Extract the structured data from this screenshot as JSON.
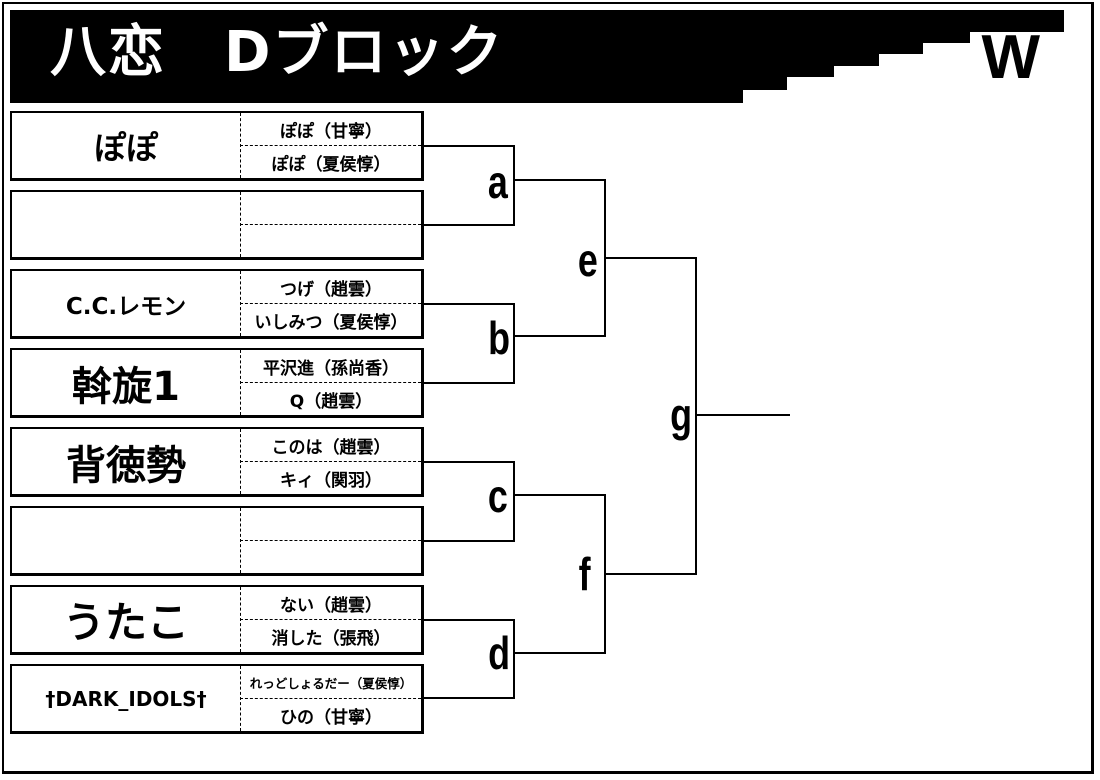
{
  "header": {
    "title": "八恋　Dブロック",
    "badge": "W"
  },
  "teams": [
    {
      "name": "ぽぽ",
      "members": [
        "ぽぽ（甘寧）",
        "ぽぽ（夏侯惇）"
      ]
    },
    {
      "name": "",
      "members": [
        "",
        ""
      ]
    },
    {
      "name": "C.C.レモン",
      "members": [
        "つげ（趙雲）",
        "いしみつ（夏侯惇）"
      ]
    },
    {
      "name": "斡旋1",
      "members": [
        "平沢進（孫尚香）",
        "Q（趙雲）"
      ]
    },
    {
      "name": "背徳勢",
      "members": [
        "このは（趙雲）",
        "キィ（関羽）"
      ]
    },
    {
      "name": "",
      "members": [
        "",
        ""
      ]
    },
    {
      "name": "うたこ",
      "members": [
        "ない（趙雲）",
        "消した（張飛）"
      ]
    },
    {
      "name": "†DARK_IDOLS†",
      "members": [
        "れっどしょるだー（夏侯惇）",
        "ひの（甘寧）"
      ]
    }
  ],
  "matches": {
    "a": "a",
    "b": "b",
    "c": "c",
    "d": "d",
    "e": "e",
    "f": "f",
    "g": "g"
  },
  "colors": {
    "background": "#ffffff",
    "ink": "#000000"
  }
}
